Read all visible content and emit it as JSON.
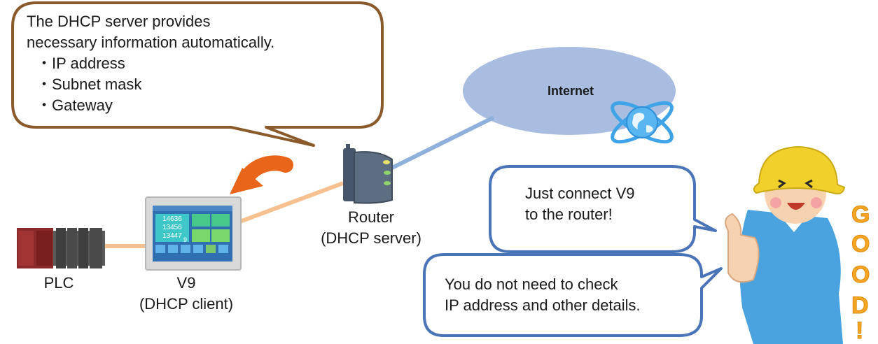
{
  "dhcp_bubble": {
    "line1": "The DHCP server provides",
    "line2": "necessary information automatically.",
    "items": [
      "・IP address",
      "・Subnet mask",
      "・Gateway"
    ]
  },
  "internet": {
    "label": "Internet"
  },
  "router": {
    "label_line1": "Router",
    "label_line2": "(DHCP server)"
  },
  "v9": {
    "label_line1": "V9",
    "label_line2": "(DHCP client)",
    "screen_values": [
      "14636",
      "13456",
      "13447",
      "9"
    ]
  },
  "plc": {
    "label": "PLC"
  },
  "connect_bubble": {
    "line1": "Just connect V9",
    "line2": "to the router!"
  },
  "check_bubble": {
    "line1": "You do not need to check",
    "line2": "IP address and other details."
  },
  "colors": {
    "bubble_dhcp_border": "#8b5a2b",
    "bubble_blue_border": "#4a74b8",
    "cloud_fill": "#a8bde0",
    "cable_orange": "#f7c090",
    "cable_blue": "#8fb0db",
    "arrow_orange": "#e8651a"
  }
}
